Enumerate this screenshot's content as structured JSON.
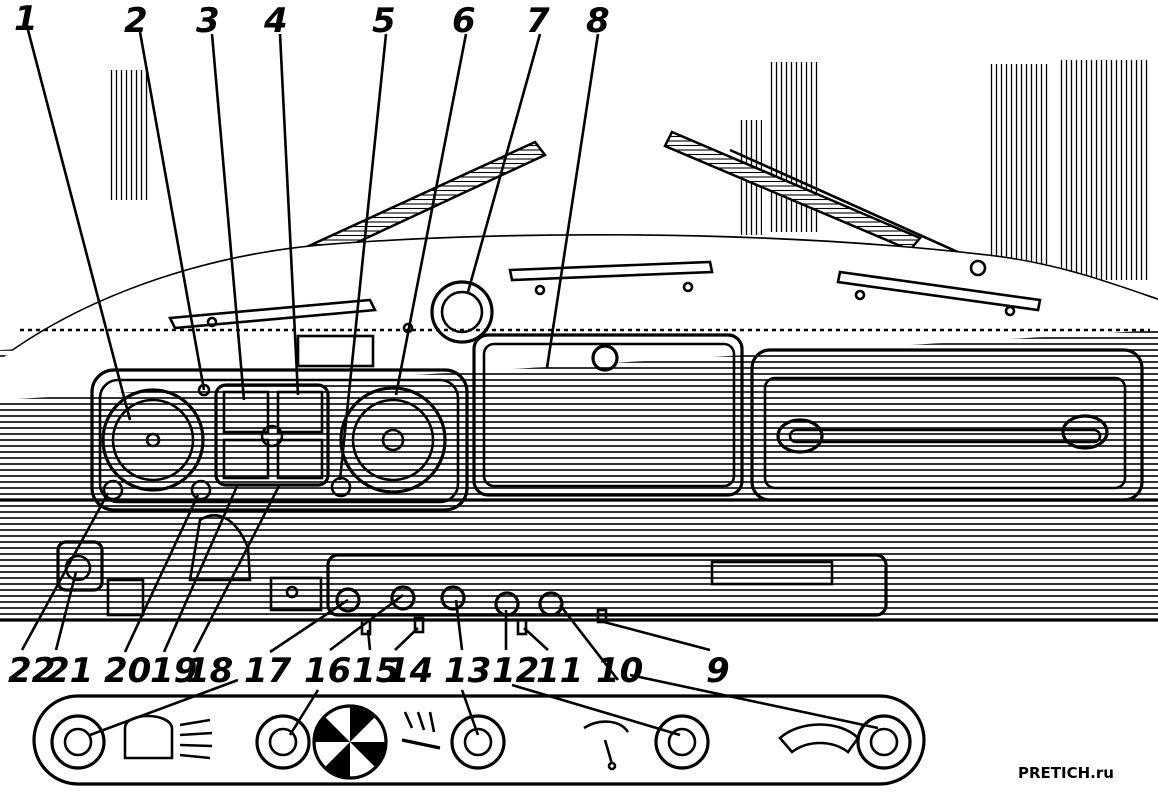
{
  "labels": [
    "1",
    "2",
    "3",
    "4",
    "5",
    "6",
    "7",
    "8",
    "9",
    "10",
    "11",
    "12",
    "13",
    "14",
    "15",
    "16",
    "17",
    "18",
    "19",
    "20",
    "21",
    "22"
  ],
  "watermark": "PRETICH.ru"
}
